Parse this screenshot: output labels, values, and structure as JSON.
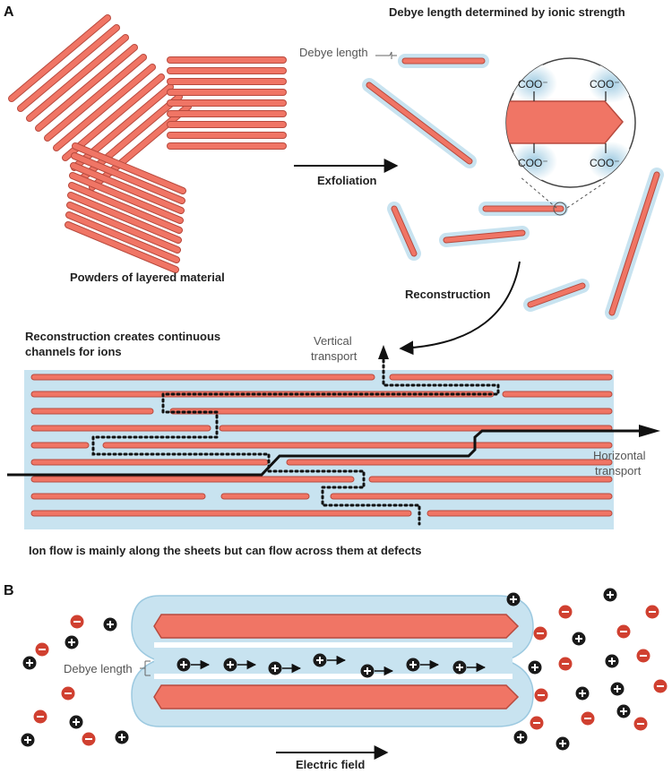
{
  "colors": {
    "sheet_fill": "#f07565",
    "sheet_stroke": "#b84a3e",
    "water": "#c8e3f0",
    "water_edge": "#9cc9e0",
    "text": "#222222",
    "cation": "#1a1a1a",
    "anion": "#d04030"
  },
  "panel_a": {
    "letter": "A",
    "title": "Debye length determined by ionic strength",
    "debye_label": "Debye length",
    "exfoliation_label": "Exfoliation",
    "powders_label": "Powders of layered material",
    "reconstruction_label": "Reconstruction",
    "channels_label_line1": "Reconstruction creates continuous",
    "channels_label_line2": "channels for ions",
    "vertical_line1": "Vertical",
    "vertical_line2": "transport",
    "horizontal_line1": "Horizontal",
    "horizontal_line2": "transport",
    "ion_flow_label": "Ion flow is mainly along the sheets but can flow across them at defects",
    "inset_groups": [
      "COO⁻",
      "COO⁻",
      "COO⁻",
      "COO⁻"
    ]
  },
  "panel_b": {
    "letter": "B",
    "debye_label": "Debye length",
    "field_label": "Electric field",
    "cation_symbol": "+",
    "anion_symbol": "−"
  }
}
